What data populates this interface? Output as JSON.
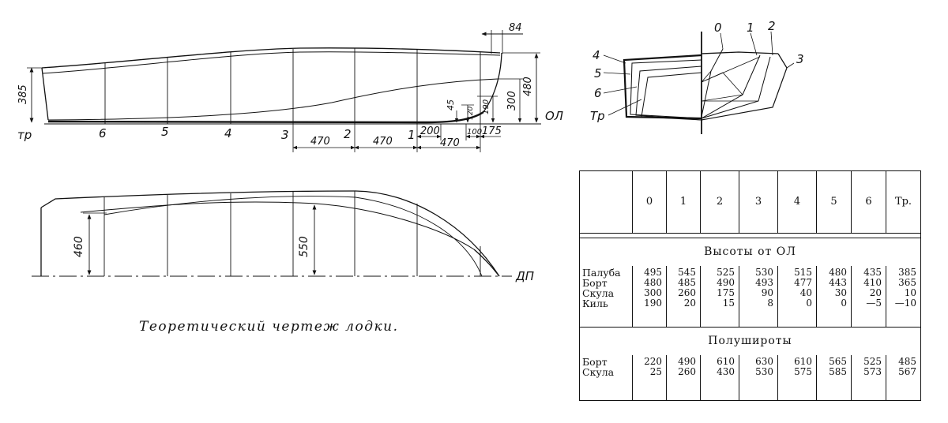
{
  "caption": "Теоретический чертеж лодки.",
  "profile": {
    "stations": [
      "тр",
      "6",
      "5",
      "4",
      "3",
      "2",
      "1"
    ],
    "baseline_label": "ОЛ",
    "dims": {
      "transom_height": "385",
      "bow_height": "480",
      "bow_overhang": "84",
      "stem_300": "300",
      "d190": "190",
      "d120": "120",
      "d45": "45",
      "s470a": "470",
      "s470b": "470",
      "s470c": "470",
      "s200": "200",
      "s100": "100",
      "s175": "175"
    }
  },
  "plan": {
    "centerline_label": "ДП",
    "dims": {
      "h460": "460",
      "h550": "550"
    }
  },
  "section": {
    "labels": [
      "0",
      "1",
      "2",
      "3",
      "4",
      "5",
      "6",
      "Тр"
    ]
  },
  "table": {
    "columns": [
      "0",
      "1",
      "2",
      "3",
      "4",
      "5",
      "6",
      "Тр."
    ],
    "heights": {
      "title": "Высоты от ОЛ",
      "rows": [
        {
          "label": "Палуба",
          "values": [
            "495",
            "545",
            "525",
            "530",
            "515",
            "480",
            "435",
            "385"
          ]
        },
        {
          "label": "Борт",
          "values": [
            "480",
            "485",
            "490",
            "493",
            "477",
            "443",
            "410",
            "365"
          ]
        },
        {
          "label": "Скула",
          "values": [
            "300",
            "260",
            "175",
            "90",
            "40",
            "30",
            "20",
            "10"
          ]
        },
        {
          "label": "Киль",
          "values": [
            "190",
            "20",
            "15",
            "8",
            "0",
            "0",
            "—5",
            "—10"
          ]
        }
      ]
    },
    "halfbreadths": {
      "title": "Полуширoты",
      "rows": [
        {
          "label": "Борт",
          "values": [
            "220",
            "490",
            "610",
            "630",
            "610",
            "565",
            "525",
            "485"
          ]
        },
        {
          "label": "Скула",
          "values": [
            "25",
            "260",
            "430",
            "530",
            "575",
            "585",
            "573",
            "567"
          ]
        }
      ]
    }
  }
}
